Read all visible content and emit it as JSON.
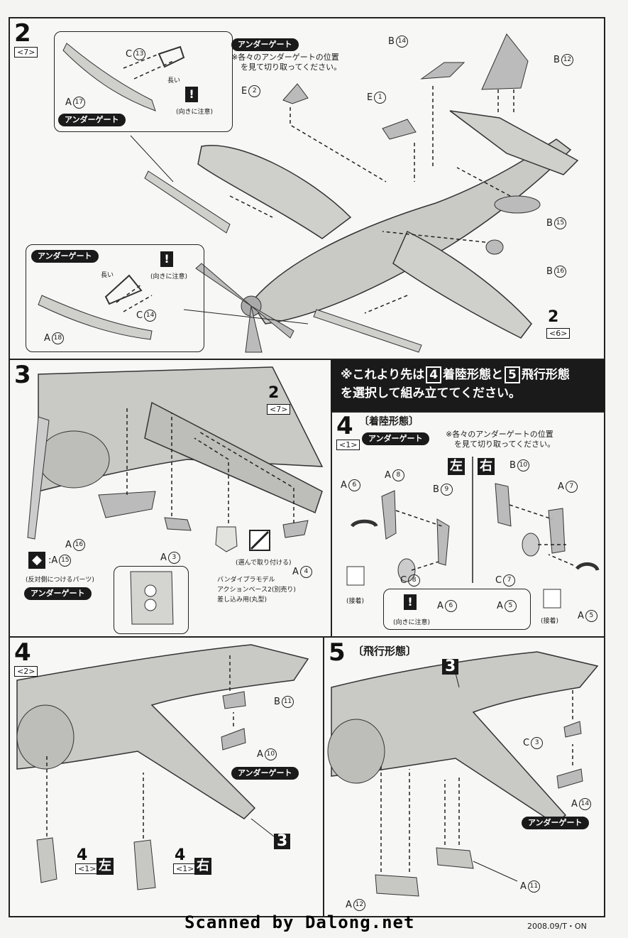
{
  "steps": {
    "s2": {
      "num": "2",
      "sub": "7",
      "ref_num": "2",
      "ref_sub": "6"
    },
    "s3": {
      "num": "3",
      "ref_num": "2",
      "ref_sub": "7"
    },
    "s4_1": {
      "num": "4",
      "sub": "1",
      "title": "〔着陸形態〕"
    },
    "s4_2": {
      "num": "4",
      "sub": "2"
    },
    "s5": {
      "num": "5",
      "title": "〔飛行形態〕",
      "ref": "3"
    }
  },
  "labels": {
    "undergate": "アンダーゲート",
    "note_undergate_1": "※各々のアンダーゲートの位置",
    "note_undergate_2": "を見て切り取ってください。",
    "caution": "(向きに注意)",
    "long": "長い",
    "choose": "(選んで取り付ける)",
    "opposite": "(反対側につけるパーツ)",
    "glue": "(接着)",
    "base_1": "バンダイプラモデル",
    "base_2": "アクションベース2(別売り)",
    "base_3": "差し込み用(丸型)",
    "left": "左",
    "right": "右",
    "banner_1a": "※これより先は",
    "banner_1b": "4",
    "banner_1c": "着陸形態と",
    "banner_1d": "5",
    "banner_1e": "飛行形態",
    "banner_2": "を選択して組み立ててください。"
  },
  "parts": {
    "A17": {
      "letter": "A",
      "num": "17"
    },
    "C13": {
      "letter": "C",
      "num": "13"
    },
    "E2": {
      "letter": "E",
      "num": "2"
    },
    "E1": {
      "letter": "E",
      "num": "1"
    },
    "B14": {
      "letter": "B",
      "num": "14"
    },
    "B12": {
      "letter": "B",
      "num": "12"
    },
    "B15": {
      "letter": "B",
      "num": "15"
    },
    "B16": {
      "letter": "B",
      "num": "16"
    },
    "C14": {
      "letter": "C",
      "num": "14"
    },
    "A18": {
      "letter": "A",
      "num": "18"
    },
    "A16": {
      "letter": "A",
      "num": "16"
    },
    "A15": {
      "letter": "A",
      "num": "15"
    },
    "A3": {
      "letter": "A",
      "num": "3"
    },
    "A4": {
      "letter": "A",
      "num": "4"
    },
    "A6": {
      "letter": "A",
      "num": "6"
    },
    "A8": {
      "letter": "A",
      "num": "8"
    },
    "B9": {
      "letter": "B",
      "num": "9"
    },
    "B10": {
      "letter": "B",
      "num": "10"
    },
    "A7": {
      "letter": "A",
      "num": "7"
    },
    "C8": {
      "letter": "C",
      "num": "8"
    },
    "C7": {
      "letter": "C",
      "num": "7"
    },
    "A5": {
      "letter": "A",
      "num": "5"
    },
    "B11": {
      "letter": "B",
      "num": "11"
    },
    "A10": {
      "letter": "A",
      "num": "10"
    },
    "C3": {
      "letter": "C",
      "num": "3"
    },
    "A14": {
      "letter": "A",
      "num": "14"
    },
    "A11": {
      "letter": "A",
      "num": "11"
    },
    "A12": {
      "letter": "A",
      "num": "12"
    }
  },
  "footer": {
    "scan": "Scanned by Dalong.net",
    "code": "2008.09/T・ON"
  }
}
